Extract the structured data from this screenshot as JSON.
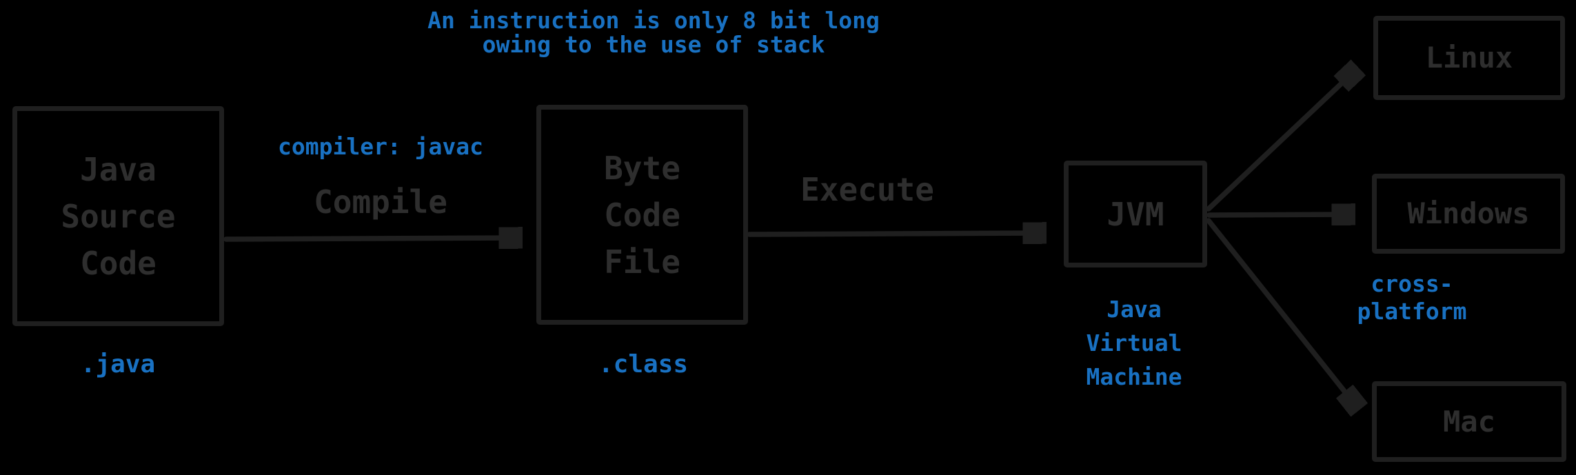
{
  "colors": {
    "background": "#000000",
    "stroke": "#1f1f1f",
    "node_text": "#2e2e2e",
    "annotation_blue": "#1971c2"
  },
  "annotations": {
    "instruction_note": "An instruction is only 8 bit long\nowing to the use of stack",
    "compiler": "compiler: javac",
    "cross_platform": "cross-platform"
  },
  "nodes": {
    "java_source": {
      "label": "Java\nSource\nCode",
      "file_extension": ".java"
    },
    "byte_code": {
      "label": "Byte\nCode\nFile",
      "file_extension": ".class"
    },
    "jvm": {
      "label": "JVM",
      "caption": "Java\nVirtual\nMachine"
    },
    "linux": {
      "label": "Linux"
    },
    "windows": {
      "label": "Windows"
    },
    "mac": {
      "label": "Mac"
    }
  },
  "edges": {
    "compile": {
      "label": "Compile"
    },
    "execute": {
      "label": "Execute"
    }
  }
}
